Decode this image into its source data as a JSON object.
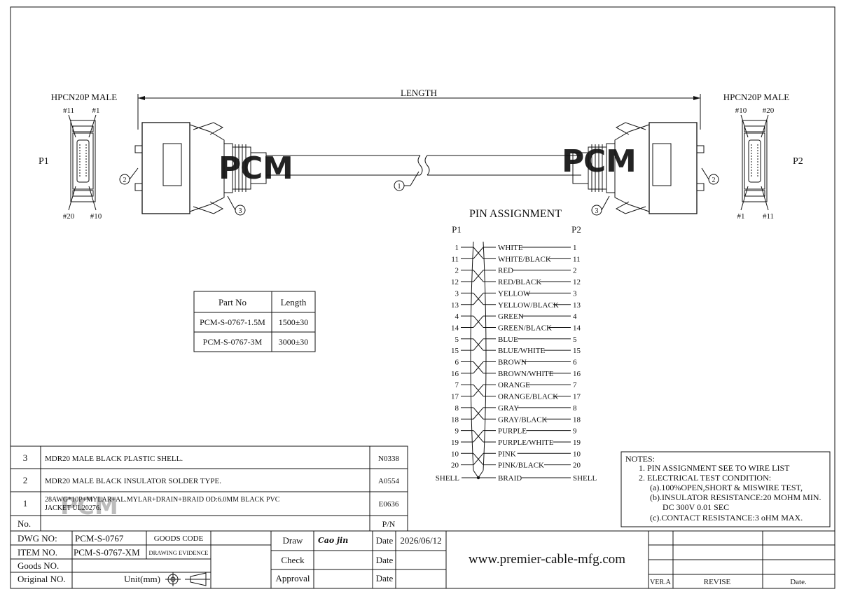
{
  "drawing": {
    "length_label": "LENGTH",
    "p1": {
      "title": "HPCN20P MALE",
      "label": "P1",
      "pin_top_left": "#11",
      "pin_top_right": "#1",
      "pin_bottom_left": "#20",
      "pin_bottom_right": "#10"
    },
    "p2": {
      "title": "HPCN20P MALE",
      "label": "P2",
      "pin_top_left": "#10",
      "pin_top_right": "#20",
      "pin_bottom_left": "#1",
      "pin_bottom_right": "#11"
    },
    "callouts": [
      "1",
      "2",
      "3"
    ],
    "logo": "PCM",
    "logo_colors": [
      "#e8a13a",
      "#7fae5a",
      "#2aa7a6"
    ]
  },
  "pin_assignment": {
    "title": "PIN ASSIGNMENT",
    "p1_label": "P1",
    "p2_label": "P2",
    "rows": [
      {
        "p1": "1",
        "color": "WHITE",
        "p2": "1"
      },
      {
        "p1": "11",
        "color": "WHITE/BLACK",
        "p2": "11"
      },
      {
        "p1": "2",
        "color": "RED",
        "p2": "2"
      },
      {
        "p1": "12",
        "color": "RED/BLACK",
        "p2": "12"
      },
      {
        "p1": "3",
        "color": "YELLOW",
        "p2": "3"
      },
      {
        "p1": "13",
        "color": "YELLOW/BLACK",
        "p2": "13"
      },
      {
        "p1": "4",
        "color": "GREEN",
        "p2": "4"
      },
      {
        "p1": "14",
        "color": "GREEN/BLACK",
        "p2": "14"
      },
      {
        "p1": "5",
        "color": "BLUE",
        "p2": "5"
      },
      {
        "p1": "15",
        "color": "BLUE/WHITE",
        "p2": "15"
      },
      {
        "p1": "6",
        "color": "BROWN",
        "p2": "6"
      },
      {
        "p1": "16",
        "color": "BROWN/WHITE",
        "p2": "16"
      },
      {
        "p1": "7",
        "color": "ORANGE",
        "p2": "7"
      },
      {
        "p1": "17",
        "color": "ORANGE/BLACK",
        "p2": "17"
      },
      {
        "p1": "8",
        "color": "GRAY",
        "p2": "8"
      },
      {
        "p1": "18",
        "color": "GRAY/BLACK",
        "p2": "18"
      },
      {
        "p1": "9",
        "color": "PURPLE",
        "p2": "9"
      },
      {
        "p1": "19",
        "color": "PURPLE/WHITE",
        "p2": "19"
      },
      {
        "p1": "10",
        "color": "PINK",
        "p2": "10"
      },
      {
        "p1": "20",
        "color": "PINK/BLACK",
        "p2": "20"
      }
    ],
    "shell_row": {
      "p1": "SHELL",
      "color": "BRAID",
      "p2": "SHELL"
    }
  },
  "part_table": {
    "headers": [
      "Part No",
      "Length"
    ],
    "rows": [
      [
        "PCM-S-0767-1.5M",
        "1500±30"
      ],
      [
        "PCM-S-0767-3M",
        "3000±30"
      ]
    ]
  },
  "bom": {
    "rows": [
      {
        "no": "3",
        "desc": "MDR20 MALE BLACK PLASTIC SHELL.",
        "pn": "N0338"
      },
      {
        "no": "2",
        "desc": "MDR20 MALE BLACK INSULATOR SOLDER TYPE.",
        "pn": "A0554"
      },
      {
        "no": "1",
        "desc_line1": "28AWG*10P+MYLAR+AL.MYLAR+DRAIN+BRAID OD:6.0MM BLACK PVC",
        "desc_line2": "JACKET UL20276.",
        "pn": "E0636"
      }
    ],
    "header_no": "No.",
    "header_pn": "P/N"
  },
  "notes": {
    "title": "NOTES:",
    "lines": [
      "1.  PIN ASSIGNMENT SEE TO WIRE LIST",
      "2.  ELECTRICAL TEST CONDITION:",
      "(a).100%OPEN,SHORT & MISWIRE TEST,",
      "(b).INSULATOR RESISTANCE:20 MOHM MIN.",
      "DC 300V 0.01 SEC",
      "(c).CONTACT RESISTANCE:3 oHM MAX."
    ]
  },
  "title_block": {
    "dwg_no_label": "DWG NO:",
    "dwg_no": "PCM-S-0767",
    "goods_code_label": "GOODS CODE",
    "item_no_label": "ITEM NO.",
    "item_no": "PCM-S-0767-XM",
    "drawing_evidence_label": "DRAWING EVIDENCE",
    "goods_no_label": "Goods NO.",
    "original_no_label": "Original NO.",
    "unit_label": "Unit(mm)",
    "draw_label": "Draw",
    "draw_signature": "Cao jin",
    "check_label": "Check",
    "approval_label": "Approval",
    "date_label": "Date",
    "draw_date": "2026/06/12",
    "website": "www.premier-cable-mfg.com",
    "ver_label": "VER.A",
    "revise_label": "REVISE",
    "date_col_label": "Date."
  }
}
